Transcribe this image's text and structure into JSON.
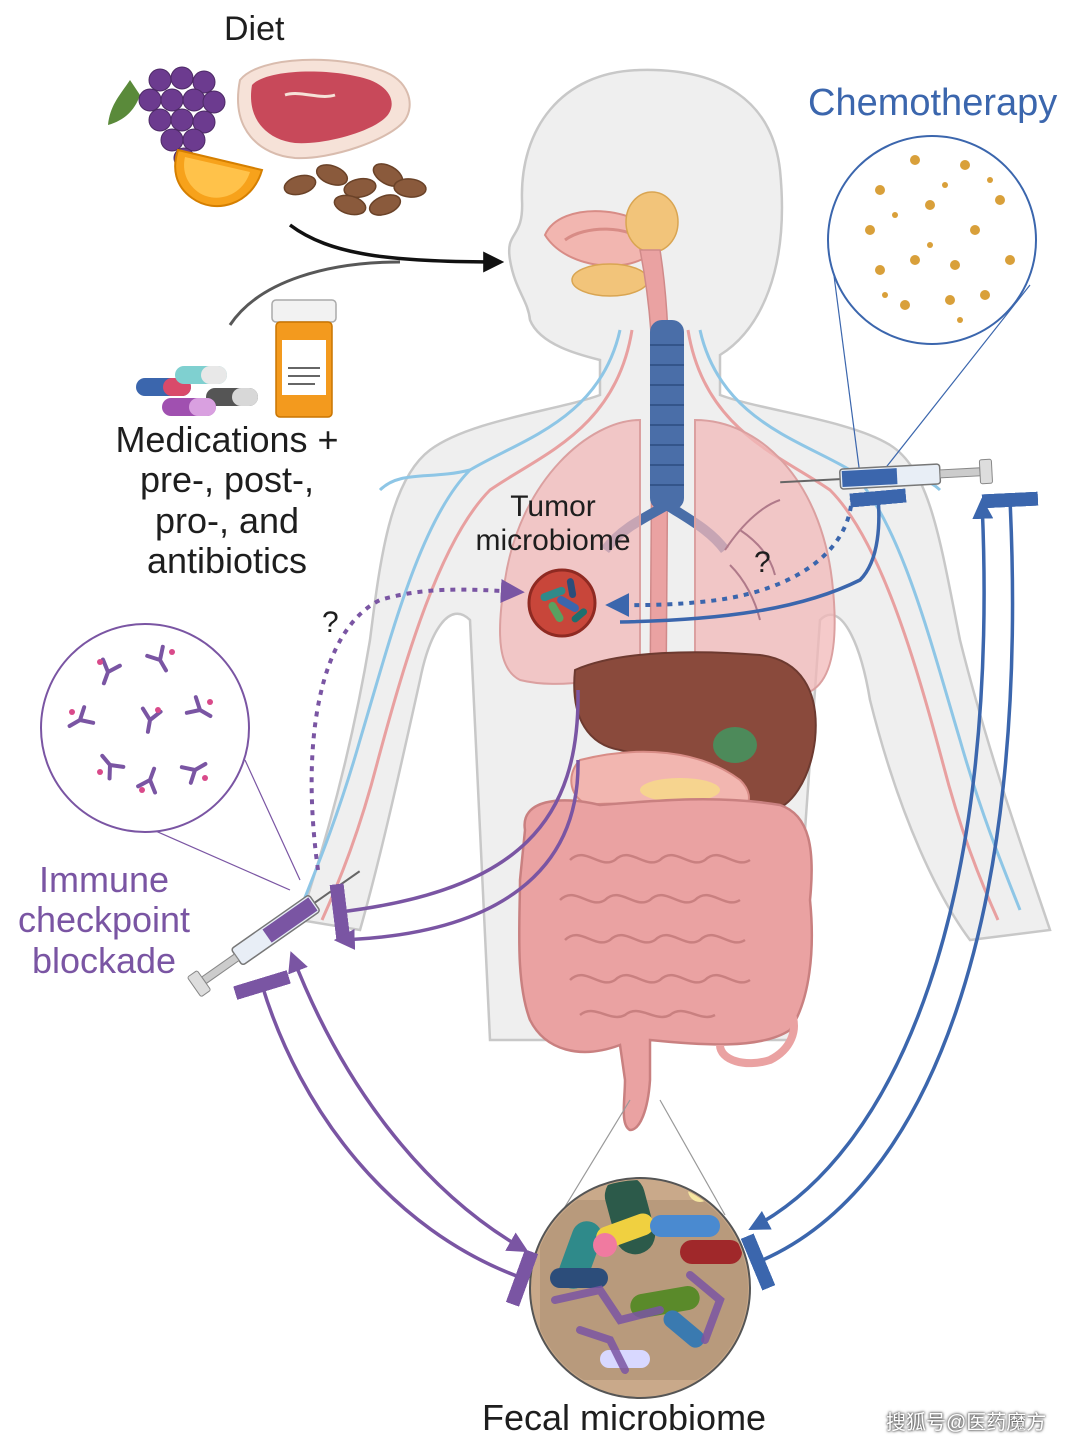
{
  "labels": {
    "diet": "Diet",
    "chemotherapy": "Chemotherapy",
    "medications": "Medications +\npre-, post-,\npro-, and\nantibiotics",
    "tumor_microbiome": "Tumor\nmicrobiome",
    "immune_checkpoint_blockade": "Immune\ncheckpoint\nblockade",
    "fecal_microbiome": "Fecal microbiome",
    "question_left": "?",
    "question_right": "?",
    "watermark": "搜狐号@医药魔方"
  },
  "colors": {
    "chemo_blue": "#3b66ad",
    "immune_purple": "#7a55a3",
    "body_outline": "#c8c8c8",
    "body_fill": "#efefef",
    "organ_pink": "#e9a0a0",
    "liver_brown": "#8a4a3c",
    "trachea_blue": "#4a6ea8",
    "vessel_blue": "#8ec6e6",
    "vessel_red": "#e8a0a0"
  },
  "icons": [
    "grapes-icon",
    "steak-icon",
    "orange-slice-icon",
    "almonds-icon",
    "pill-bottle-icon",
    "capsules-icon",
    "syringe-icon",
    "antibody-icon",
    "bacteria-icon"
  ]
}
